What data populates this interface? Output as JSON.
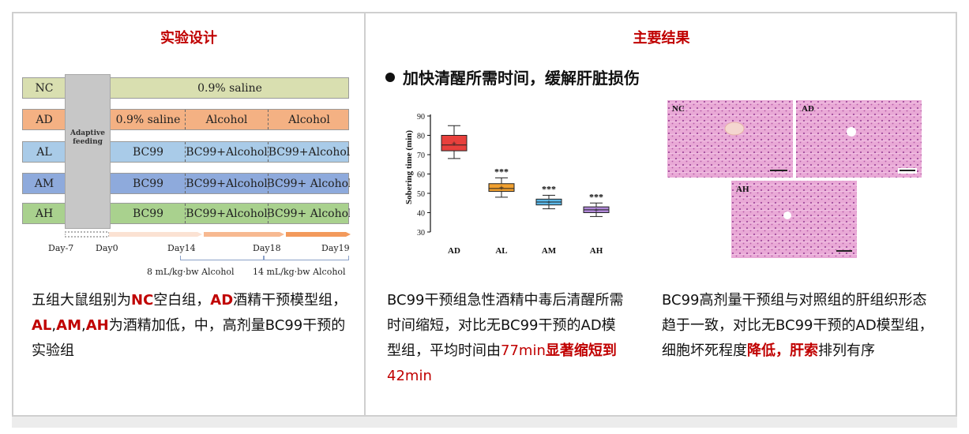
{
  "left_panel": {
    "title": "实验设计",
    "diagram": {
      "rows": [
        {
          "label": "NC",
          "color": "#d9dfb0",
          "segments": [
            "0.9% saline"
          ]
        },
        {
          "label": "AD",
          "color": "#f4b183",
          "segments": [
            "0.9% saline",
            "Alcohol",
            "Alcohol"
          ]
        },
        {
          "label": "AL",
          "color": "#a9cbe8",
          "segments": [
            "BC99",
            "BC99+Alcohol",
            "BC99+Alcohol"
          ]
        },
        {
          "label": "AM",
          "color": "#8eaadc",
          "segments": [
            "BC99",
            "BC99+Alcohol",
            "BC99+ Alcohol"
          ]
        },
        {
          "label": "AH",
          "color": "#a9d18e",
          "segments": [
            "BC99",
            "BC99+Alcohol",
            "BC99+ Alcohol"
          ]
        }
      ],
      "adaptive_label": "Adaptive feeding",
      "days": [
        "Day-7",
        "Day0",
        "Day14",
        "Day18",
        "Day19"
      ],
      "doses": [
        "8 mL/kg·bw Alcohol",
        "14 mL/kg·bw Alcohol"
      ]
    },
    "description": {
      "p1": "五组大鼠组别为",
      "nc": "NC",
      "p2": "空白组，",
      "ad": "AD",
      "p3": "酒精干预模型组，",
      "al": "AL",
      "sep1": ",",
      "am": "AM",
      "sep2": ",",
      "ah": "AH",
      "p4": "为酒精加低，中，高剂量BC99干预的实验组"
    }
  },
  "right_panel": {
    "title": "主要结果",
    "bullet": "加快清醒所需时间，缓解肝脏损伤",
    "description_1": {
      "p1": "BC99干预组急性酒精中毒后清醒所需时间缩短，对比无BC99干预的AD模型组，平均时间由",
      "v1": "77min",
      "emph": "显著缩短到",
      "v2": "42min"
    },
    "description_2": {
      "p1": "BC99高剂量干预组与对照组的肝组织形态趋于一致，对比无BC99干预的AD模型组，细胞坏死程度",
      "emph1": "降低，",
      "emph2": "肝索",
      "p2": "排列有序"
    },
    "histology_labels": [
      "NC",
      "AD",
      "AH"
    ]
  },
  "chart_data": {
    "type": "box",
    "ylabel": "Sobering time (min)",
    "ylim": [
      30,
      90
    ],
    "yticks": [
      30,
      40,
      50,
      60,
      70,
      80,
      90
    ],
    "categories": [
      "AD",
      "AL",
      "AM",
      "AH"
    ],
    "colors": [
      "#e8403c",
      "#f0a030",
      "#5bb8e8",
      "#b088d8"
    ],
    "boxes": [
      {
        "min": 68,
        "q1": 72,
        "median": 75,
        "q3": 80,
        "max": 85,
        "mean": 76
      },
      {
        "min": 48,
        "q1": 51,
        "median": 52.5,
        "q3": 55,
        "max": 58,
        "mean": 53
      },
      {
        "min": 42,
        "q1": 44,
        "median": 45.5,
        "q3": 47,
        "max": 49,
        "mean": 45.5
      },
      {
        "min": 38,
        "q1": 40,
        "median": 41.5,
        "q3": 43,
        "max": 45,
        "mean": 41.5
      }
    ],
    "annotations": [
      "",
      "***",
      "***",
      "***"
    ]
  }
}
